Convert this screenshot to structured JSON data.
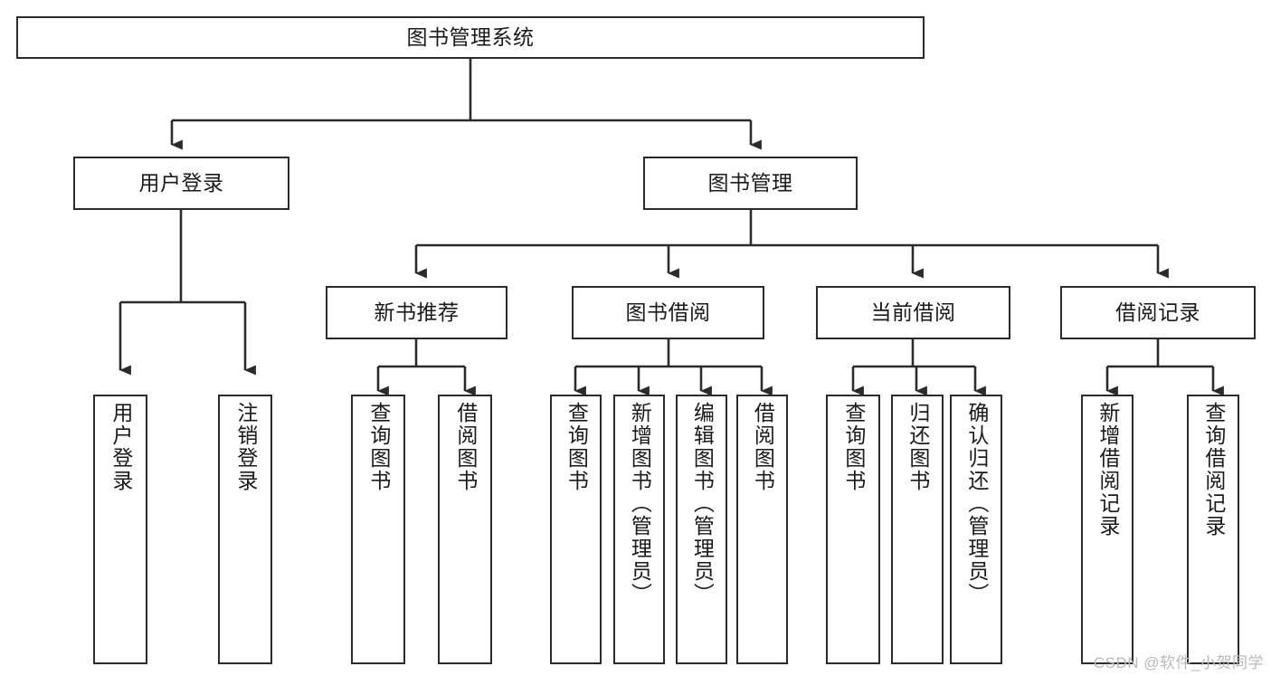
{
  "diagram": {
    "title": "图书管理系统",
    "type": "tree",
    "colors": {
      "background": "#ffffff",
      "stroke": "#2b2b2b",
      "node_fill": "#ffffff",
      "text": "#1a1a1a",
      "watermark": "#b9b9b9"
    },
    "root": {
      "label": "图书管理系统"
    },
    "level2": [
      {
        "label": "用户登录"
      },
      {
        "label": "图书管理"
      }
    ],
    "level3": [
      {
        "label": "新书推荐"
      },
      {
        "label": "图书借阅"
      },
      {
        "label": "当前借阅"
      },
      {
        "label": "借阅记录"
      }
    ],
    "leaves": {
      "user_login": [
        {
          "label": "用户登录"
        },
        {
          "label": "注销登录"
        }
      ],
      "new_book_recommend": [
        {
          "label": "查询图书"
        },
        {
          "label": "借阅图书"
        }
      ],
      "book_borrow": [
        {
          "label": "查询图书"
        },
        {
          "label": "新增图书（管理员）"
        },
        {
          "label": "编辑图书（管理员）"
        },
        {
          "label": "借阅图书"
        }
      ],
      "current_borrow": [
        {
          "label": "查询图书"
        },
        {
          "label": "归还图书"
        },
        {
          "label": "确认归还（管理员）"
        }
      ],
      "borrow_record": [
        {
          "label": "新增借阅记录"
        },
        {
          "label": "查询借阅记录"
        }
      ]
    }
  },
  "watermark": {
    "text": "CSDN @软件_小贺同学"
  }
}
